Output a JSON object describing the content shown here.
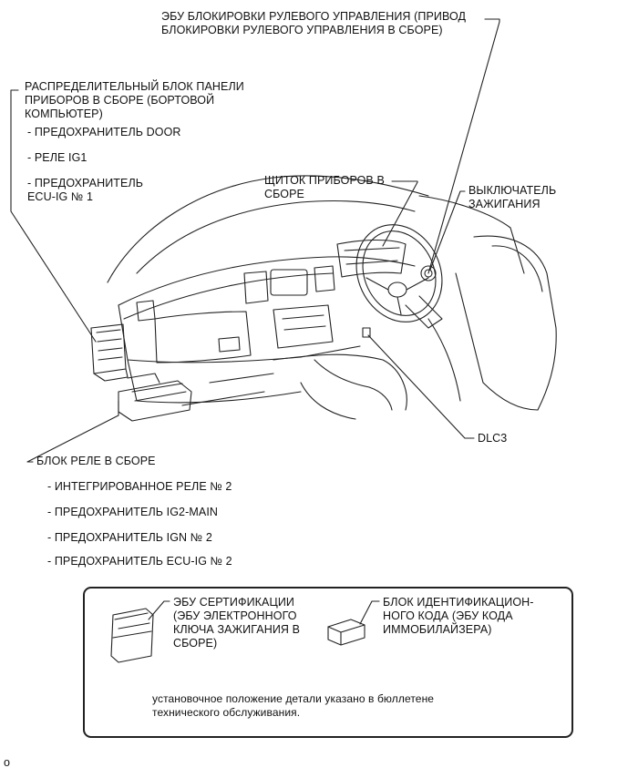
{
  "labels": {
    "steering_lock_ecu": "ЭБУ БЛОКИРОВКИ РУЛЕВОГО УПРАВЛЕНИЯ (ПРИВОД\nБЛОКИРОВКИ РУЛЕВОГО УПРАВЛЕНИЯ В СБОРЕ)",
    "instrument_panel_jb": "РАСПРЕДЕЛИТЕЛЬНЫЙ БЛОК ПАНЕЛИ\nПРИБОРОВ В СБОРЕ (БОРТОВОЙ\nКОМПЬЮТЕР)",
    "jb_items": [
      "- ПРЕДОХРАНИТЕЛЬ DOOR",
      "- РЕЛЕ IG1",
      "- ПРЕДОХРАНИТЕЛЬ\nECU-IG № 1"
    ],
    "combination_meter": "ЩИТОК ПРИБОРОВ В\nСБОРЕ",
    "ignition_switch": "ВЫКЛЮЧАТЕЛЬ\nЗАЖИГАНИЯ",
    "dlc3": "DLC3",
    "relay_block": "БЛОК РЕЛЕ В СБОРЕ",
    "relay_items": [
      "- ИНТЕГРИРОВАННОЕ РЕЛЕ № 2",
      "- ПРЕДОХРАНИТЕЛЬ IG2-MAIN",
      "- ПРЕДОХРАНИТЕЛЬ IGN № 2",
      "- ПРЕДОХРАНИТЕЛЬ ECU-IG № 2"
    ],
    "certification_ecu": "ЭБУ СЕРТИФИКАЦИИ\n(ЭБУ ЭЛЕКТРОННОГО\nКЛЮЧА ЗАЖИГАНИЯ В\nСБОРЕ)",
    "id_code_box": "БЛОК ИДЕНТИФИКАЦИОН-\nНОГО КОДА (ЭБУ КОДА\nИММОБИЛАЙЗЕРА)",
    "note": "установочное положение детали указано в бюллетене\nтехнического обслуживания.",
    "corner_mark": "o"
  }
}
